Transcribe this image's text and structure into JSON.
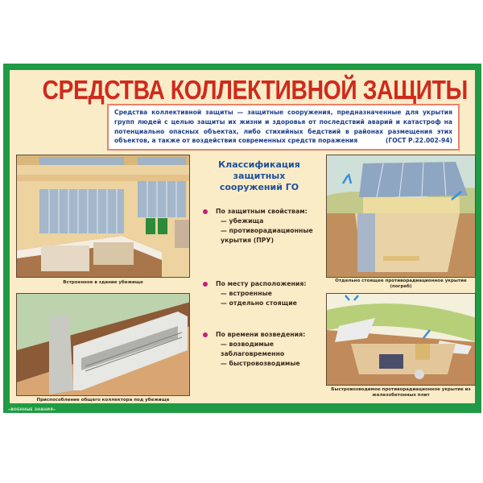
{
  "poster": {
    "title": "СРЕДСТВА КОЛЛЕКТИВНОЙ ЗАЩИТЫ",
    "definition": {
      "lead": "Средства коллективной защиты",
      "text": " — защитные сооружения, предназначенные для укрытия групп людей с целью защиты их жизни и здоровья от последствий аварий и катастроф на потенциально опасных объектах, либо стихийных бедствий в районах размещения этих объектов, а также от воздействия современных средств поражения",
      "source": "(ГОСТ Р.22.002-94)"
    },
    "classification": {
      "heading": "Классификация защитных сооружений ГО",
      "groups": [
        {
          "title": "По защитным свойствам:",
          "items": [
            "— убежища",
            "— противорадиационные",
            "укрытия (ПРУ)"
          ]
        },
        {
          "title": "По месту расположения:",
          "items": [
            "— встроенные",
            "— отдельно стоящие"
          ]
        },
        {
          "title": "По времени возведения:",
          "items": [
            "— возводимые",
            "заблаговременно",
            "— быстровозводимые"
          ]
        }
      ]
    },
    "illustrations": [
      {
        "caption": "Встроенное в здание убежище"
      },
      {
        "caption": "Приспособление общего коллектора под убежище"
      },
      {
        "caption": "Отдельно стоящее противорадиационное укрытие (погреб)"
      },
      {
        "caption": "Быстровозводимое противорадиационное укрытие из железобетонных плит"
      }
    ],
    "footer": "«ВОЕННЫЕ ЗНАНИЯ»",
    "colors": {
      "frame": "#1f9a45",
      "background": "#fbecc8",
      "title": "#cf2a1c",
      "definition_text": "#1e3f8a",
      "definition_border": "#e8826a",
      "bullet": "#c21f7b"
    }
  }
}
